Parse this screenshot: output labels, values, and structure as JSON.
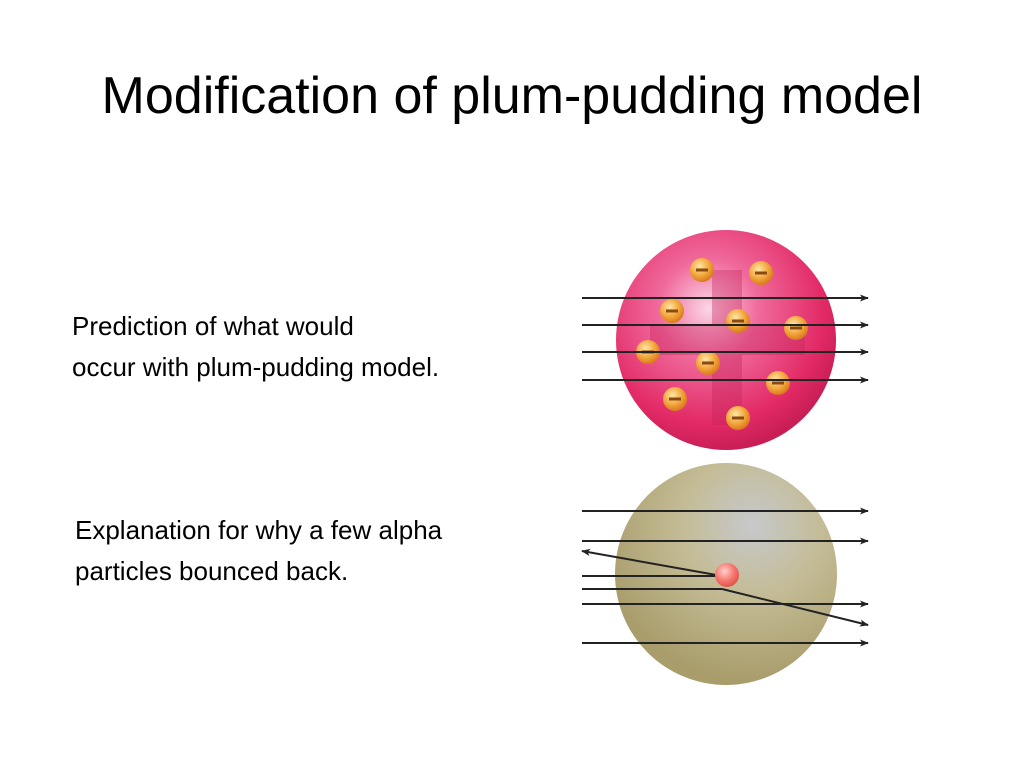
{
  "slide": {
    "title": "Modification of plum-pudding model"
  },
  "panels": [
    {
      "caption_lines": [
        "Prediction of what would",
        "occur with plum-pudding model."
      ]
    },
    {
      "caption_lines": [
        "Explanation for why a few alpha",
        "particles bounced back."
      ]
    }
  ],
  "colors": {
    "pudding_sphere": "#e8316f",
    "electron": "#f2a23a",
    "nuclear_atom_sphere": "#c9bf98",
    "nucleus": "#f6786f",
    "arrow": "#222222"
  }
}
